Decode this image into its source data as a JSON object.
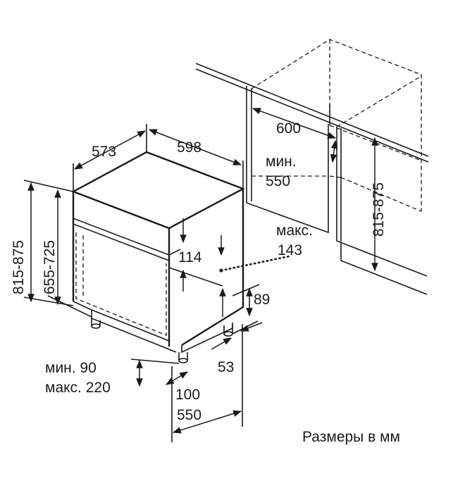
{
  "caption": "Размеры в мм",
  "dimensions": {
    "appliance_depth": "573",
    "appliance_width": "598",
    "niche_width": "600",
    "niche_depth_min_prefix": "мин.",
    "niche_depth_min_value": "550",
    "niche_height": "815-875",
    "total_height": "815-875",
    "front_height": "655-725",
    "panel_offset": "114",
    "panel_max_prefix": "макс.",
    "panel_max_value": "143",
    "plinth_height": "89",
    "foot_offset": "53",
    "plinth_min": "мин. 90",
    "plinth_max": "макс. 220",
    "foot_depth": "100",
    "total_depth": "550"
  }
}
